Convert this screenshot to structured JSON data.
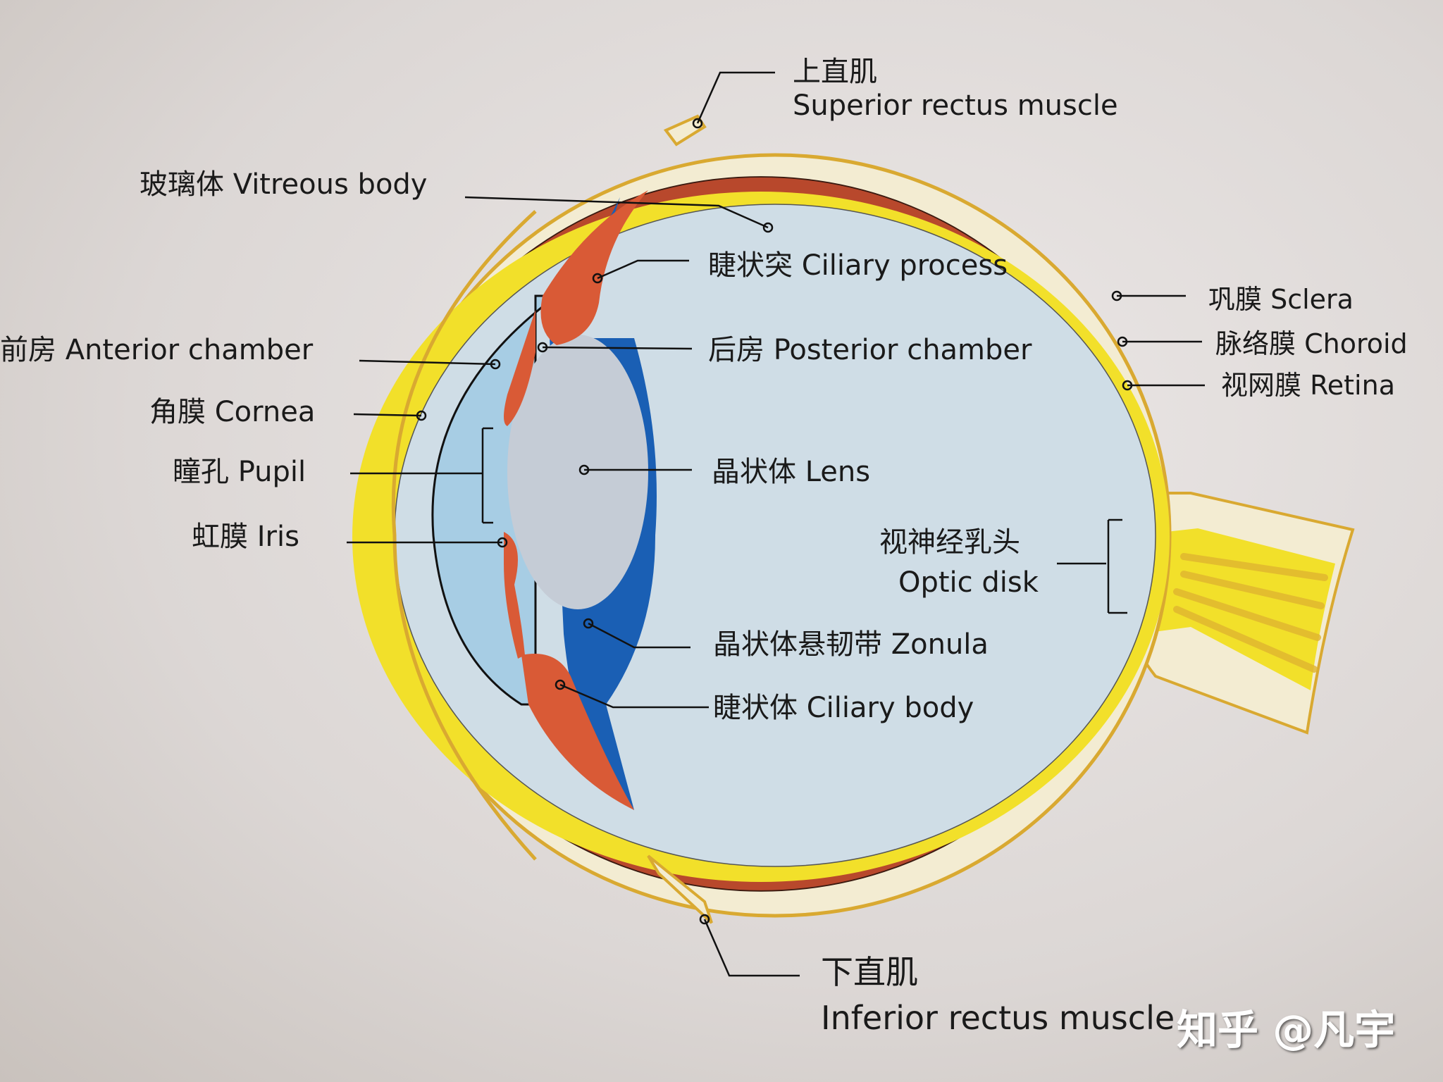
{
  "labels": {
    "superior_rectus": {
      "zh": "上直肌",
      "en": "Superior rectus muscle"
    },
    "vitreous_body": "玻璃体 Vitreous body",
    "ciliary_process": "睫状突 Ciliary process",
    "anterior_chamber": "前房 Anterior chamber",
    "posterior_chamber": "后房 Posterior chamber",
    "cornea": "角膜 Cornea",
    "pupil": "瞳孔 Pupil",
    "lens": "晶状体 Lens",
    "iris": "虹膜 Iris",
    "sclera": "巩膜 Sclera",
    "choroid": "脉络膜 Choroid",
    "retina": "视网膜 Retina",
    "optic_disk": {
      "zh": "视神经乳头",
      "en": "Optic disk"
    },
    "zonula": "晶状体悬韧带 Zonula",
    "ciliary_body": "睫状体 Ciliary body",
    "inferior_rectus": {
      "zh": "下直肌",
      "en": "Inferior rectus muscle"
    }
  },
  "watermark": "知乎 @凡宇",
  "colors": {
    "sclera_fill": "#f3ecd2",
    "sclera_outline": "#d9a931",
    "retina": "#f2e02a",
    "choroid": "#b8482c",
    "vitreous": "#cfdde6",
    "ciliary": "#d95a36",
    "zonula": "#1a5fb4",
    "anterior_chamber": "#a7cde4",
    "lens": "#c5ccd6"
  }
}
